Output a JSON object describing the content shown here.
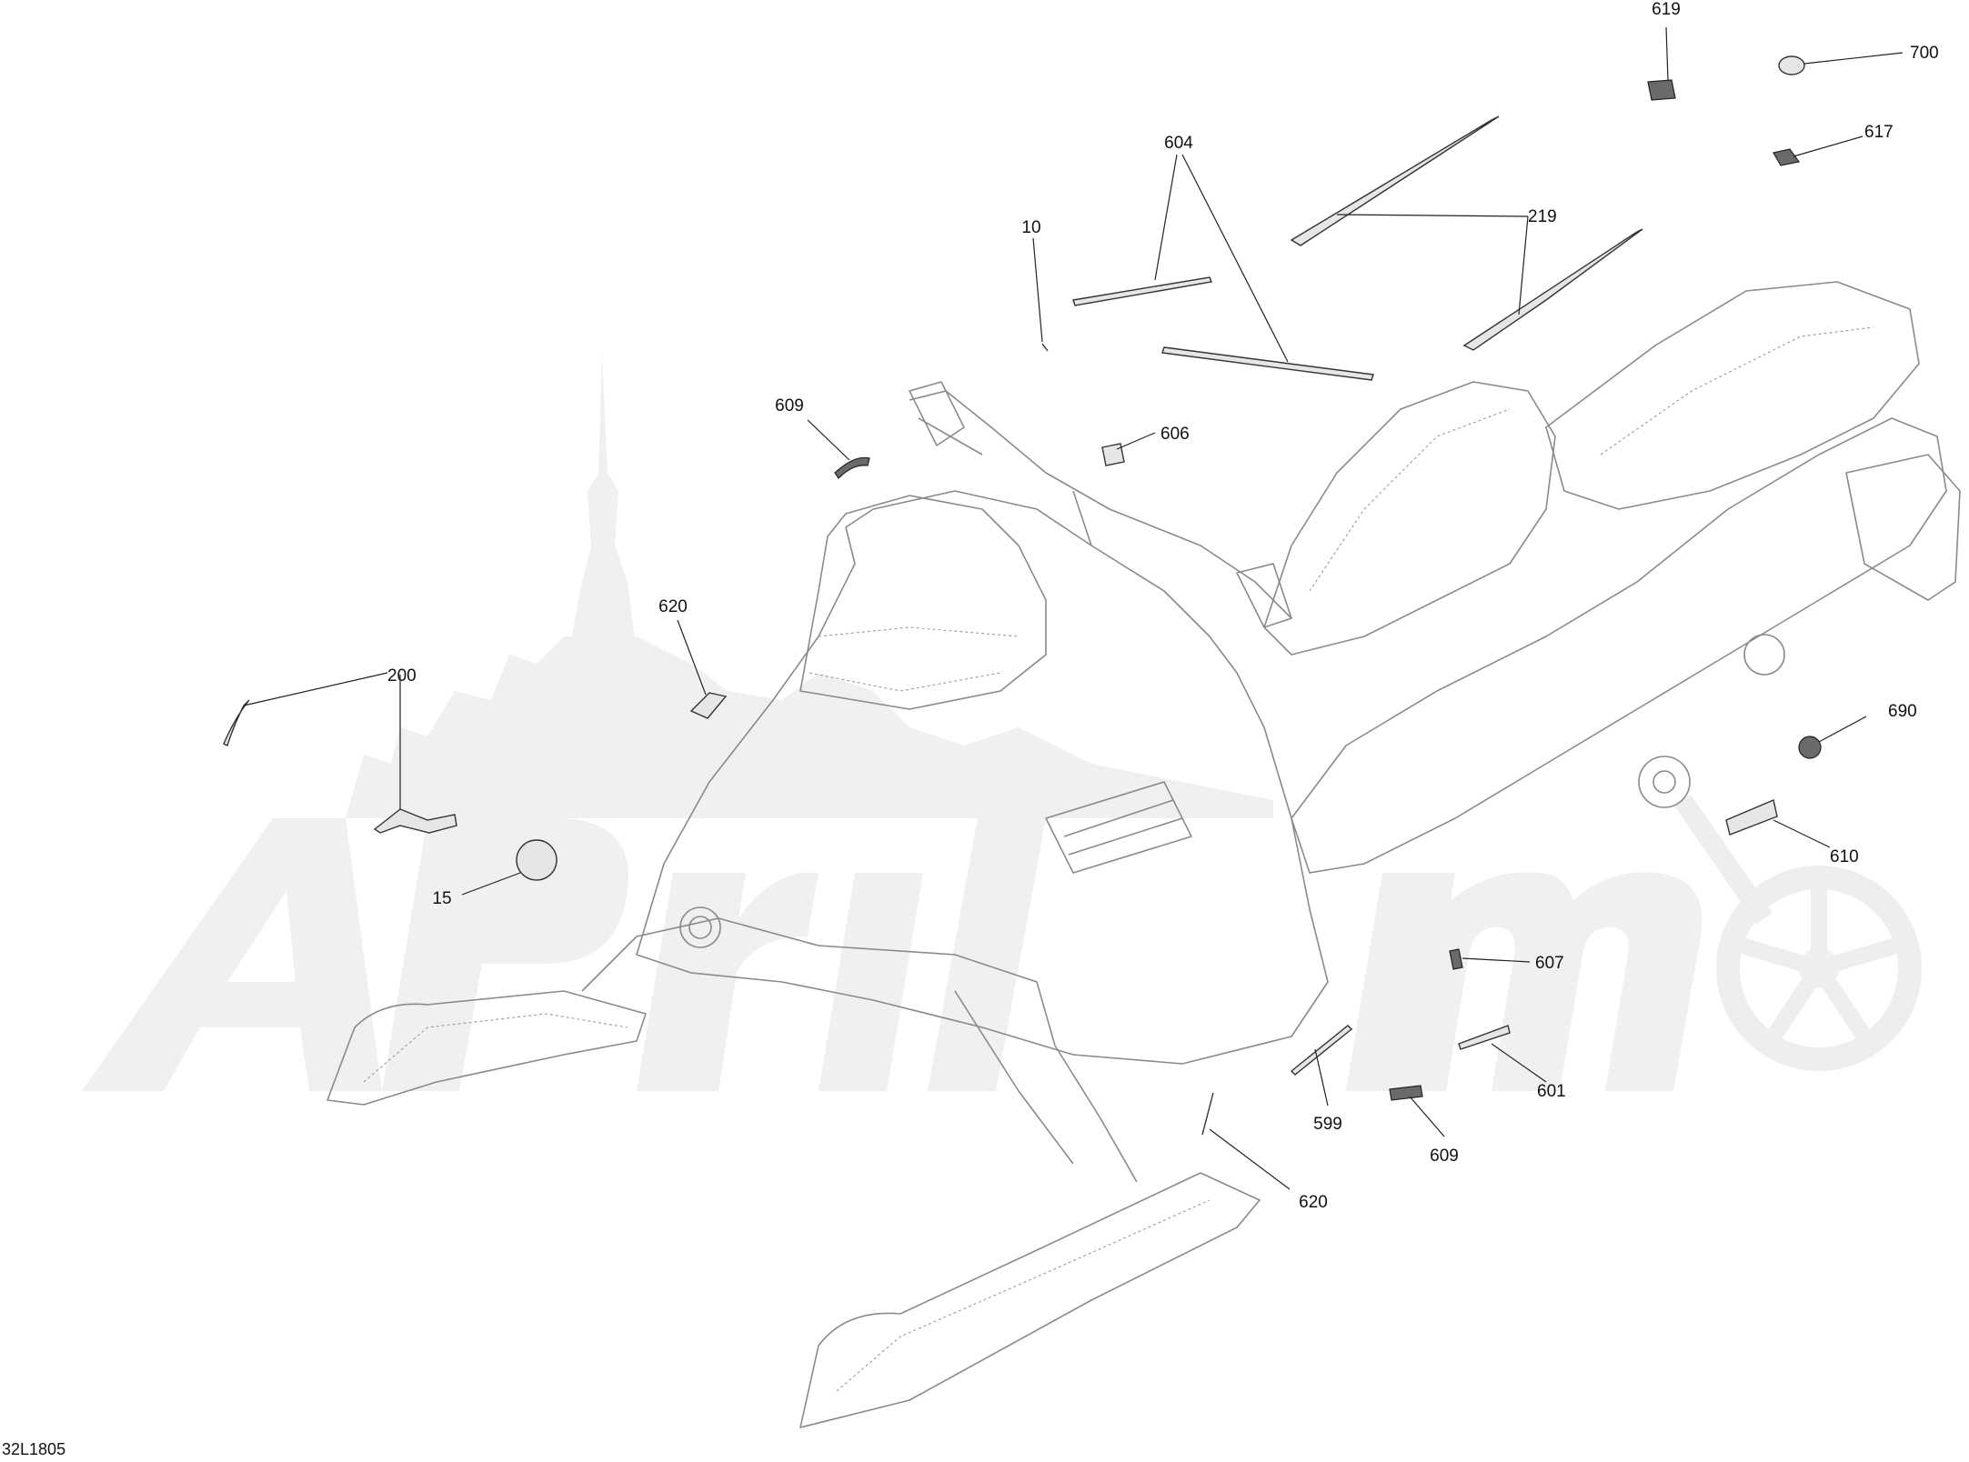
{
  "diagram_code": "32L1805",
  "watermark_text": "",
  "callouts": [
    {
      "id": "c619",
      "label": "619"
    },
    {
      "id": "c700",
      "label": "700"
    },
    {
      "id": "c617",
      "label": "617"
    },
    {
      "id": "c604",
      "label": "604"
    },
    {
      "id": "c219",
      "label": "219"
    },
    {
      "id": "c10",
      "label": "10"
    },
    {
      "id": "c609a",
      "label": "609"
    },
    {
      "id": "c606",
      "label": "606"
    },
    {
      "id": "c620a",
      "label": "620"
    },
    {
      "id": "c200",
      "label": "200"
    },
    {
      "id": "c15",
      "label": "15"
    },
    {
      "id": "c690",
      "label": "690"
    },
    {
      "id": "c610",
      "label": "610"
    },
    {
      "id": "c607",
      "label": "607"
    },
    {
      "id": "c601",
      "label": "601"
    },
    {
      "id": "c599",
      "label": "599"
    },
    {
      "id": "c609b",
      "label": "609"
    },
    {
      "id": "c620b",
      "label": "620"
    }
  ],
  "colors": {
    "linework": "#8a8a8a",
    "leader": "#222222",
    "watermark": "#f0f0f0",
    "background": "#ffffff"
  }
}
